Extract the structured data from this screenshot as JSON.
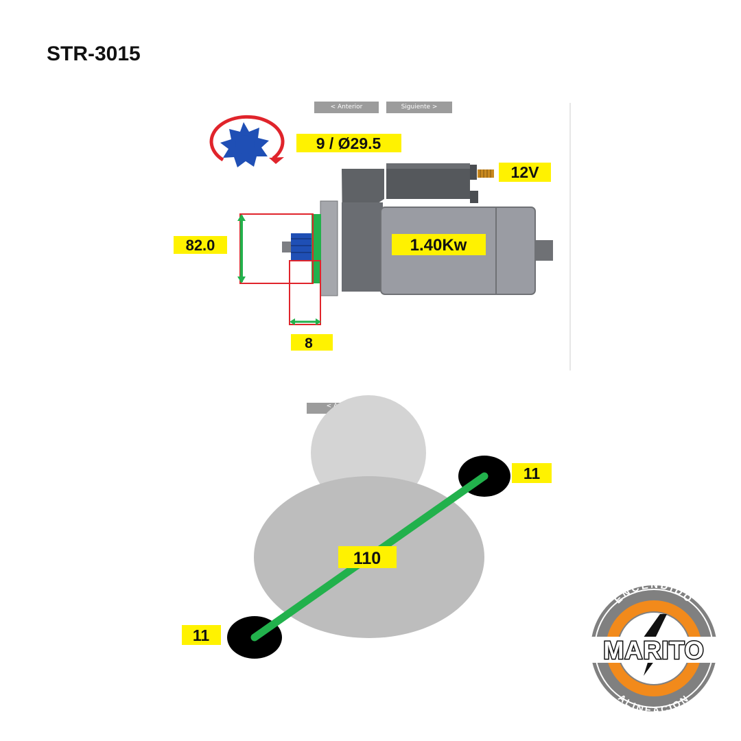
{
  "title": "STR-3015",
  "side_view": {
    "nav_prev": "< Anterior",
    "nav_next": "Siguiente >",
    "pinion": "9 / Ø29.5",
    "voltage": "12V",
    "power": "1.40Kw",
    "flange_diameter": "82.0",
    "pinion_offset": "8"
  },
  "front_view": {
    "nav_prev": "< Anterior",
    "mount_spacing": "110",
    "hole_top": "11",
    "hole_bottom": "11"
  },
  "logo": {
    "top_text": "ENCENDIDO",
    "main_text": "MARITO",
    "bottom_text": "ALINEACION"
  },
  "colors": {
    "label_bg": "#fff200",
    "motor_gray": "#9a9ca3",
    "housing_dark": "#5f6266",
    "green": "#22b14c",
    "red": "#e0242b",
    "blue": "#1f4fb5",
    "logo_orange": "#f28a1b"
  }
}
